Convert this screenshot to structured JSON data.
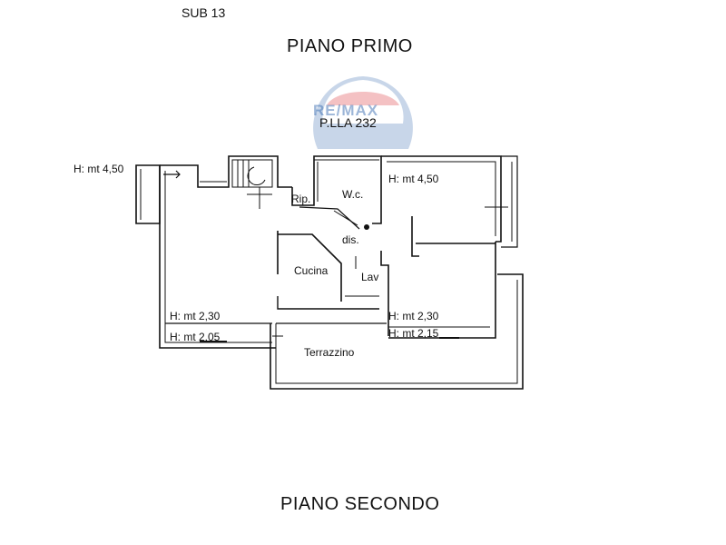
{
  "header": {
    "sub_label": "SUB 13"
  },
  "floors": {
    "first": "PIANO PRIMO",
    "second": "PIANO SECONDO"
  },
  "parcel_label": "P.LLA 232",
  "watermark": {
    "brand": "RE/MAX",
    "color_red": "#d9262c",
    "color_blue": "#3d6fb3"
  },
  "rooms": {
    "rip": "Rip.",
    "wc": "W.c.",
    "dis": "dis.",
    "cucina": "Cucina",
    "lav": "Lav",
    "terrazzino": "Terrazzino"
  },
  "heights": {
    "left_top": "H: mt 4,50",
    "right_top": "H: mt 4,50",
    "left_mid": "H: mt 2,30",
    "left_low": "H: mt 2,05",
    "right_mid": "H: mt 2,30",
    "right_low": "H: mt 2,15"
  },
  "colors": {
    "line": "#111111",
    "background": "#ffffff"
  }
}
